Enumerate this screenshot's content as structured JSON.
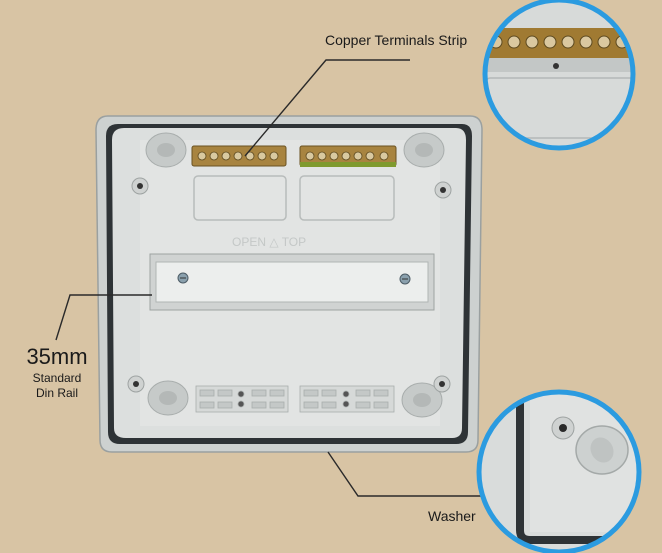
{
  "labels": {
    "copper": "Copper Terminals Strip",
    "rail_size": "35mm",
    "rail_std": "Standard",
    "rail_din": "Din Rail",
    "washer": "Washer"
  },
  "colors": {
    "background": "#d8c4a4",
    "box": "#d6d9d8",
    "callout_ring": "#2b9be0",
    "brass": "#b08a3e",
    "earth": "#8a9a3a"
  }
}
